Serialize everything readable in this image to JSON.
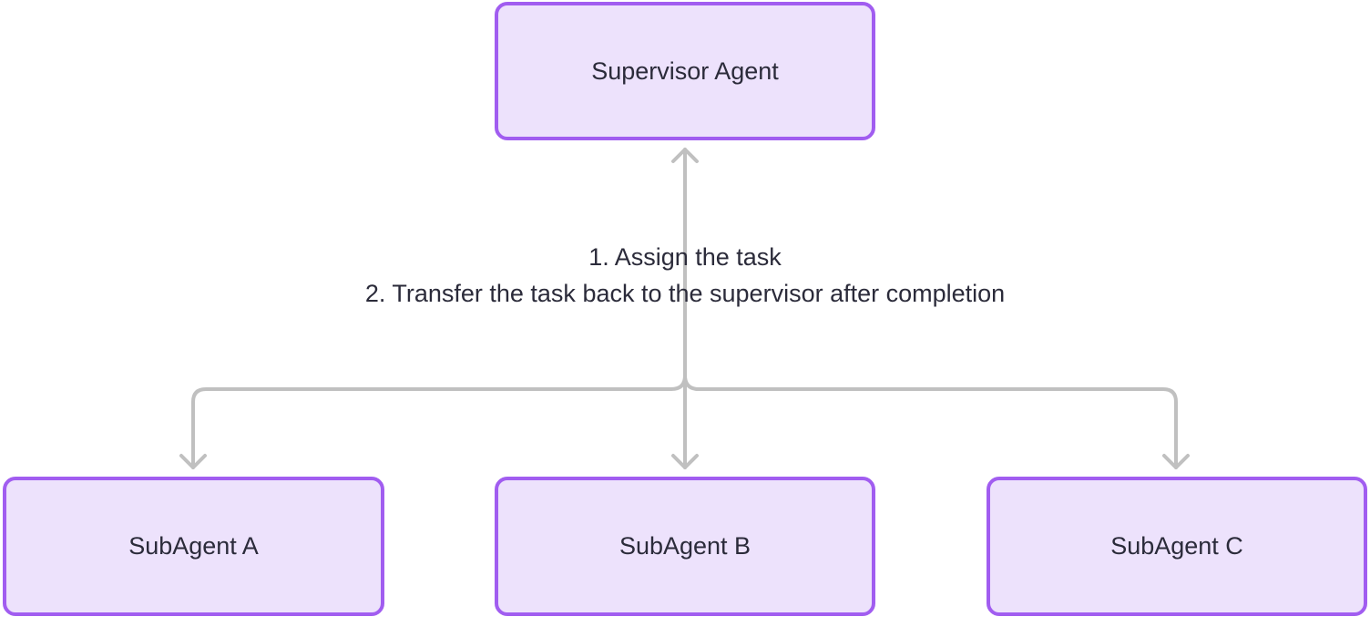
{
  "diagram": {
    "supervisor": {
      "label": "Supervisor Agent"
    },
    "subagents": [
      {
        "label": "SubAgent A"
      },
      {
        "label": "SubAgent B"
      },
      {
        "label": "SubAgent C"
      }
    ],
    "edge_label": {
      "line1": "1. Assign the task",
      "line2": "2. Transfer the task back to the supervisor after completion"
    },
    "colors": {
      "node_fill": "#ede2fc",
      "node_border": "#a15df0",
      "connector": "#c0c0c0",
      "text": "#2b2b3a"
    }
  }
}
